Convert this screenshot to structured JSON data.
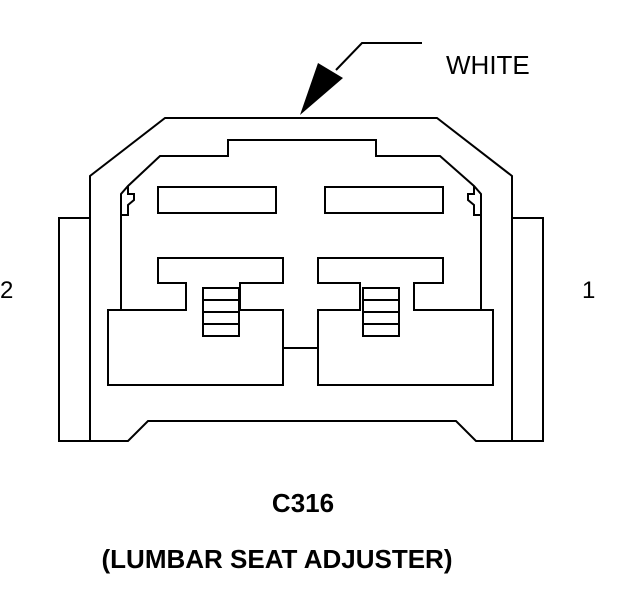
{
  "diagram": {
    "color_callout": "WHITE",
    "connector_id": "C316",
    "connector_description": "(LUMBAR SEAT ADJUSTER)",
    "pin_left": "2",
    "pin_right": "1",
    "colors": {
      "line": "#000000",
      "background": "#ffffff"
    }
  }
}
